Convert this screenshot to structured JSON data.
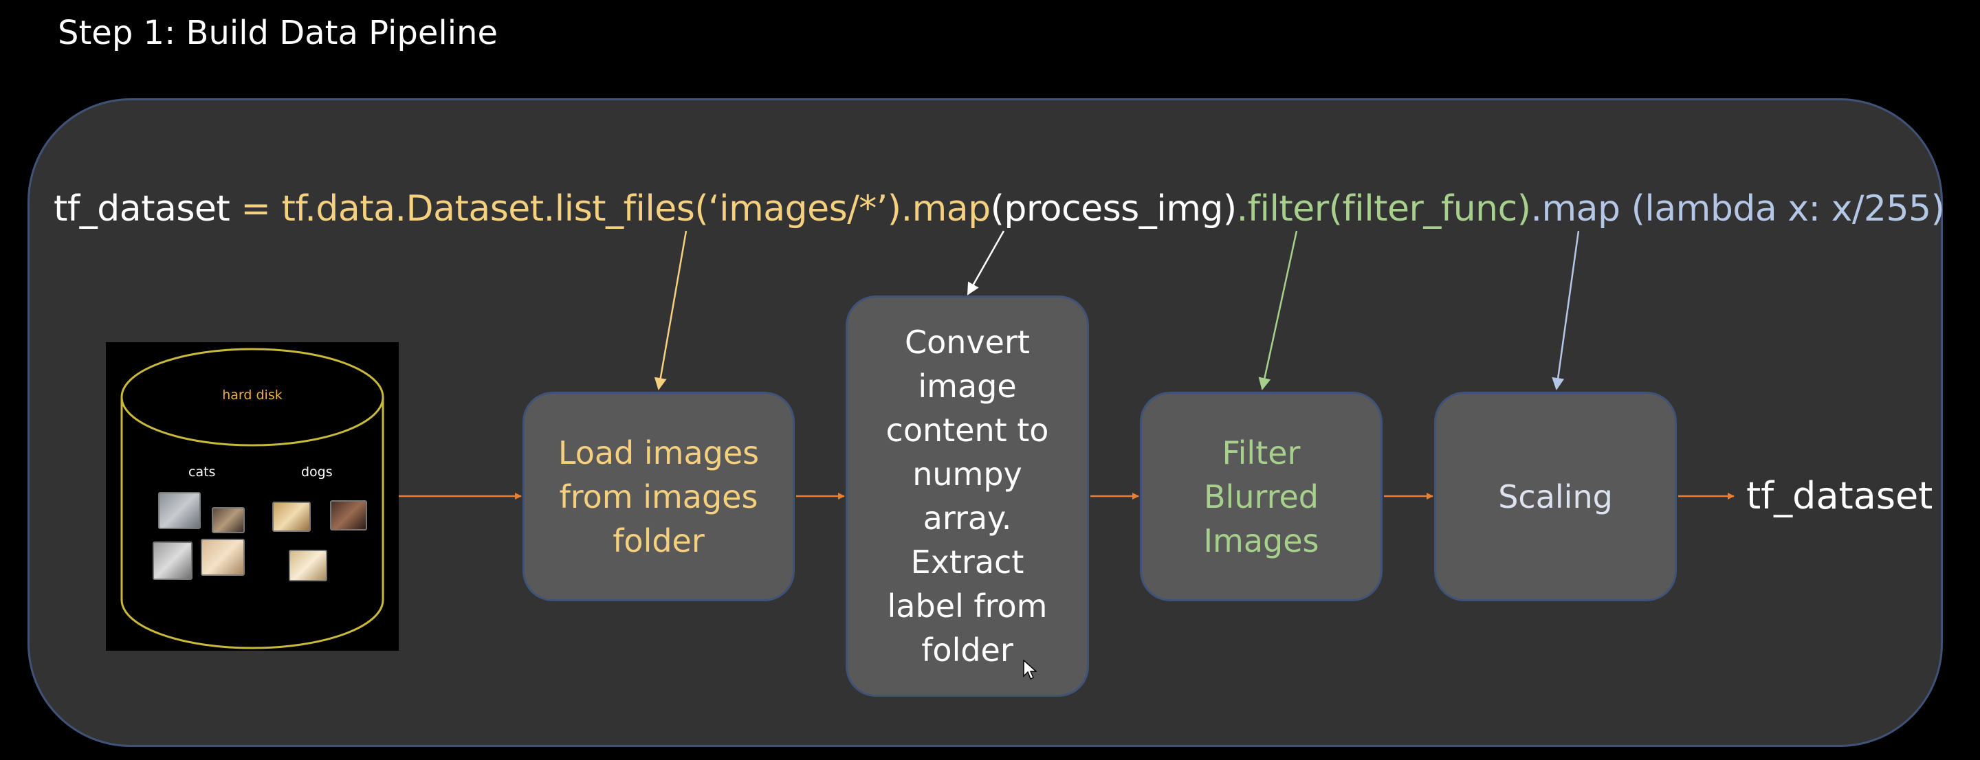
{
  "title": "Step 1: Build Data Pipeline",
  "code": {
    "var": "tf_dataset",
    "eq": " = ",
    "list_files": "tf.data.Dataset.list_files(‘images/*’)",
    "map1": ".map",
    "map1_arg": "(process_img)",
    "filter": ".filter(filter_func)",
    "map2": ".map (lambda x: x/255)"
  },
  "disk": {
    "label": "hard disk",
    "folder_cats": "cats",
    "folder_dogs": "dogs"
  },
  "steps": [
    {
      "label": "Load images from images folder"
    },
    {
      "label": "Convert image content to numpy array. Extract label from folder"
    },
    {
      "label": "Filter Blurred Images"
    },
    {
      "label": "Scaling"
    }
  ],
  "output": "tf_dataset",
  "colors": {
    "panel": "#333333",
    "box": "#595959",
    "border": "#3f5278",
    "flow_arrow": "#ed7d31",
    "yellow": "#f5d07f",
    "green": "#a8d08d",
    "blue": "#b4c7e7"
  }
}
